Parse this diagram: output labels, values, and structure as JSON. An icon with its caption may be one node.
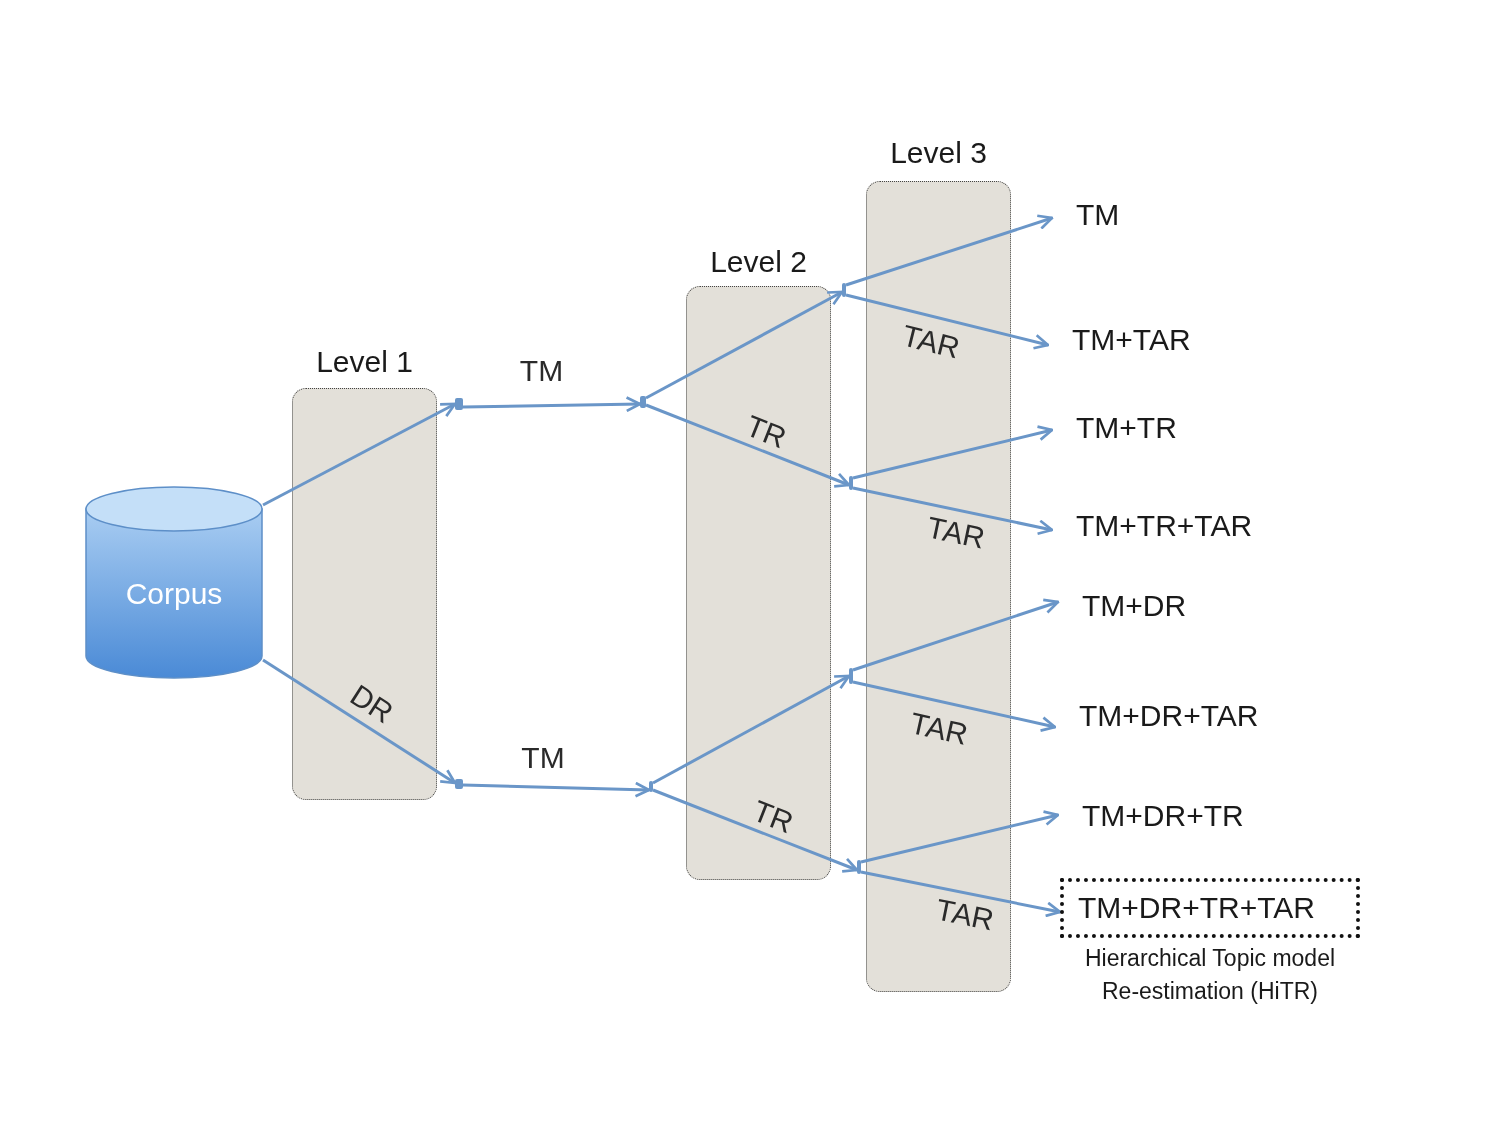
{
  "diagram": {
    "nodes": [
      {
        "text": [
          "Corpus"
        ]
      },
      {
        "text": [
          "TM"
        ]
      },
      {
        "text": [
          "TM+TAR"
        ]
      },
      {
        "text": [
          "TM+TR"
        ]
      },
      {
        "text": [
          "TM+TR+TAR"
        ]
      },
      {
        "text": [
          "TM+DR"
        ]
      },
      {
        "text": [
          "TM+DR+TAR"
        ]
      },
      {
        "text": [
          "TM+DR+TR"
        ]
      },
      {
        "text": [
          "TM+DR+TR+TAR"
        ],
        "beside": [
          "Hierarchical Topic model Re-estimation (HiTR)"
        ]
      },
      {
        "text": [],
        "shape": "point"
      },
      {
        "text": [],
        "shape": "point"
      },
      {
        "text": [],
        "shape": "point"
      },
      {
        "text": [],
        "shape": "point"
      },
      {
        "text": [],
        "shape": "point"
      },
      {
        "text": [],
        "shape": "point"
      },
      {
        "text": [],
        "shape": "point"
      },
      {
        "text": [],
        "shape": "point"
      }
    ],
    "edges": [
      {
        "from": 0,
        "to": 9,
        "arrow": "to"
      },
      {
        "from": 0,
        "to": 10,
        "arrow": "to",
        "label": "DR"
      },
      {
        "from": 9,
        "to": 11,
        "arrow": "to",
        "label": "TM"
      },
      {
        "from": 10,
        "to": 12,
        "arrow": "to",
        "label": "TM"
      },
      {
        "from": 11,
        "to": 13,
        "arrow": "to"
      },
      {
        "from": 11,
        "to": 14,
        "arrow": "to",
        "label": "TR"
      },
      {
        "from": 12,
        "to": 15,
        "arrow": "to"
      },
      {
        "from": 12,
        "to": 16,
        "arrow": "to",
        "label": "TR"
      },
      {
        "from": 13,
        "to": 1,
        "arrow": "to"
      },
      {
        "from": 13,
        "to": 2,
        "arrow": "to",
        "label": "TAR"
      },
      {
        "from": 14,
        "to": 3,
        "arrow": "to"
      },
      {
        "from": 14,
        "to": 4,
        "arrow": "to",
        "label": "TAR"
      },
      {
        "from": 15,
        "to": 5,
        "arrow": "to"
      },
      {
        "from": 15,
        "to": 6,
        "arrow": "to",
        "label": "TAR"
      },
      {
        "from": 16,
        "to": 7,
        "arrow": "to"
      },
      {
        "from": 16,
        "to": 8,
        "arrow": "to",
        "label": "TAR"
      }
    ],
    "labels": [
      "Level 3",
      "Level 2",
      "Level 1"
    ]
  }
}
